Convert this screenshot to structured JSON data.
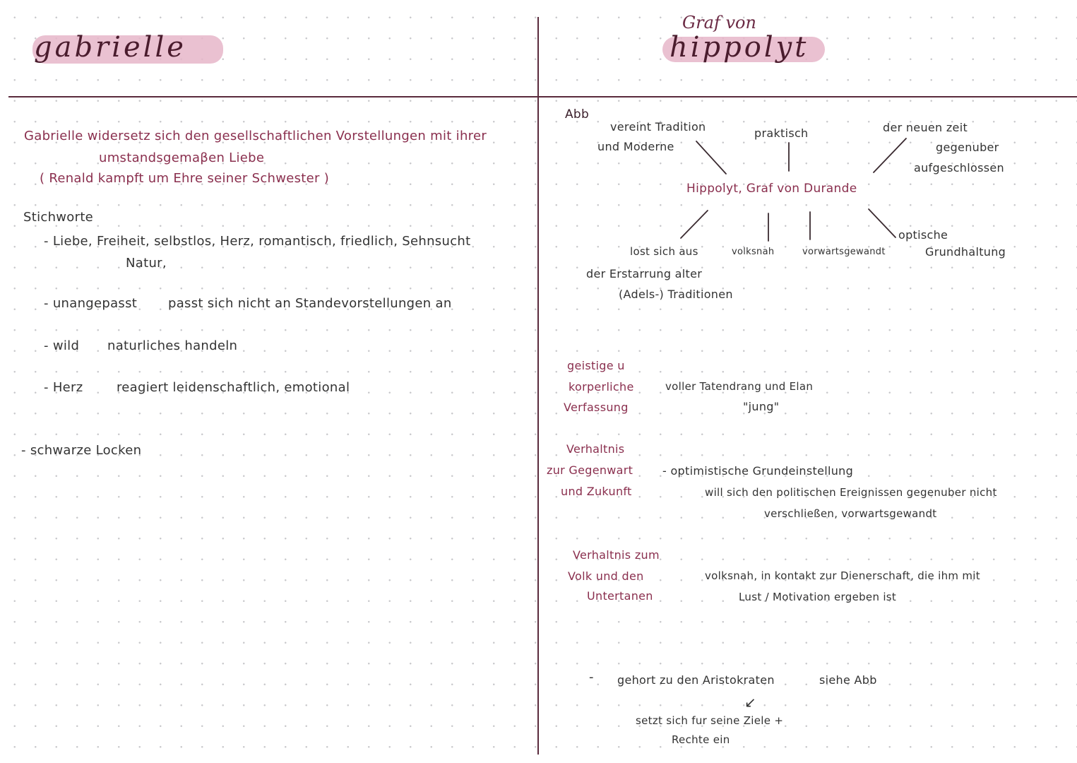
{
  "left": {
    "title": "gabrielle",
    "intro": {
      "line1": "Gabrielle widersetz sich den gesellschaftlichen Vorstellungen mit ihrer",
      "line2": "umstandsgemaβen Liebe",
      "line3": "( Renald kampft um Ehre seiner Schwester )"
    },
    "stichworte": {
      "heading": "Stichworte",
      "item1_line1": "- Liebe, Freiheit, selbstlos, Herz, romantisch, friedlich, Sehnsucht",
      "item1_line2": "Natur,",
      "item2_term": "- unangepasst",
      "item2_desc": "passt sich nicht an Standevorstellungen an",
      "item3_term": "- wild",
      "item3_desc": "naturliches handeln",
      "item4_term": "- Herz",
      "item4_desc": "reagiert leidenschaftlich, emotional"
    },
    "extra": "- schwarze Locken"
  },
  "right": {
    "title_small": "Graf von",
    "title_big": "hippolyt",
    "abb_label": "Abb",
    "mindmap": {
      "center": "Hippolyt, Graf von Durande",
      "top_left_1": "vereint Tradition",
      "top_left_2": "und Moderne",
      "top_mid": "praktisch",
      "top_right_1": "der neuen zeit",
      "top_right_2": "gegenuber",
      "top_right_3": "aufgeschlossen",
      "bot_left_1": "lost sich aus",
      "bot_left_2": "der Erstarrung alter",
      "bot_left_3": "(Adels-) Traditionen",
      "bot_mid1": "volksnah",
      "bot_mid2": "vorwartsgewandt",
      "bot_right_1": "optische",
      "bot_right_2": "Grundhaltung"
    },
    "row1": {
      "label1": "geistige u",
      "label2": "korperliche",
      "label3": "Verfassung",
      "desc1": "voller Tatendrang und Elan",
      "desc2": "\"jung\""
    },
    "row2": {
      "label1": "Verhaltnis",
      "label2": "zur Gegenwart",
      "label3": "und Zukunft",
      "desc1": "- optimistische Grundeinstellung",
      "desc2": "will sich den politischen Ereignissen gegenuber nicht",
      "desc3": "verschließen, vorwartsgewandt"
    },
    "row3": {
      "label1": "Verhaltnis zum",
      "label2": "Volk und den",
      "label3": "Untertanen",
      "desc1": "volksnah, in kontakt zur Dienerschaft, die ihm mit",
      "desc2": "Lust / Motivation ergeben ist"
    },
    "bottom": {
      "dash": "-",
      "line1": "gehort zu den Aristokraten",
      "line1b": "siehe Abb",
      "arrow": "↙",
      "line2": "setzt sich fur seine Ziele +",
      "line3": "Rechte ein"
    }
  },
  "colors": {
    "maroon": "#8a2f4e",
    "highlight": "#e6b6c9",
    "rule": "#5a2a3c"
  }
}
